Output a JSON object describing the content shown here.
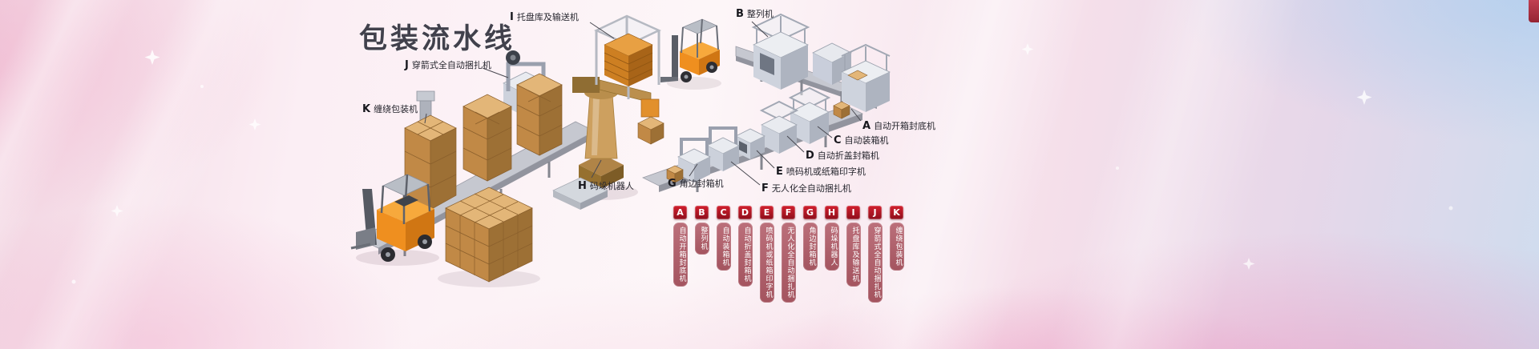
{
  "title": "包装流水线",
  "machine_labels": [
    {
      "letter": "I",
      "name": "托盘库及输送机"
    },
    {
      "letter": "B",
      "name": "整列机"
    },
    {
      "letter": "J",
      "name": "穿箭式全自动捆扎机"
    },
    {
      "letter": "K",
      "name": "缠绕包装机"
    },
    {
      "letter": "A",
      "name": "自动开箱封底机"
    },
    {
      "letter": "C",
      "name": "自动装箱机"
    },
    {
      "letter": "D",
      "name": "自动折盖封箱机"
    },
    {
      "letter": "E",
      "name": "喷码机或纸箱印字机"
    },
    {
      "letter": "F",
      "name": "无人化全自动捆扎机"
    },
    {
      "letter": "G",
      "name": "角边封箱机"
    },
    {
      "letter": "H",
      "name": "码垛机器人"
    }
  ],
  "legend": [
    {
      "letter": "A",
      "name": "自动开箱封底机"
    },
    {
      "letter": "B",
      "name": "整列机"
    },
    {
      "letter": "C",
      "name": "自动装箱机"
    },
    {
      "letter": "D",
      "name": "自动折盖封箱机"
    },
    {
      "letter": "E",
      "name": "喷码机或纸箱印字机"
    },
    {
      "letter": "F",
      "name": "无人化全自动捆扎机"
    },
    {
      "letter": "G",
      "name": "角边封箱机"
    },
    {
      "letter": "H",
      "name": "码垛机器人"
    },
    {
      "letter": "I",
      "name": "托盘库及输送机"
    },
    {
      "letter": "J",
      "name": "穿箭式全自动捆扎机"
    },
    {
      "letter": "K",
      "name": "缠绕包装机"
    }
  ],
  "colors": {
    "badge_red": "#b01120",
    "strip_rose": "#b06570",
    "title_text": "#41414c",
    "background_pink": "#f6dce8",
    "background_blue": "#cfdcee",
    "carton_tan": "#d2a069",
    "forklift_orange": "#ef8f1f"
  }
}
